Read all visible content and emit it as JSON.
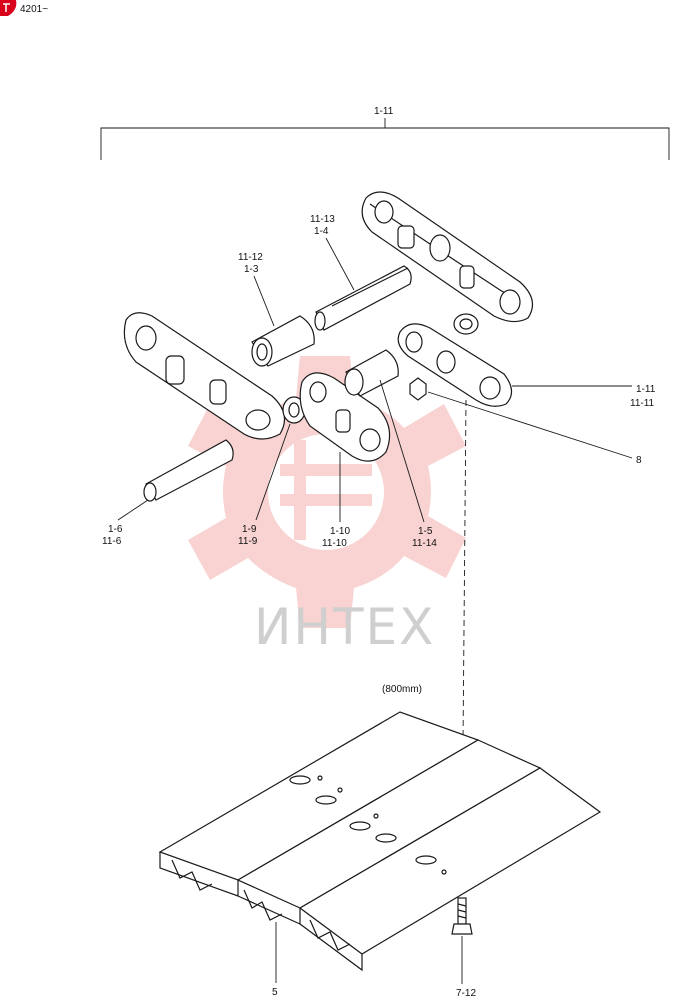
{
  "header": {
    "serial_text": "4201~"
  },
  "watermark": {
    "text": "ИНТЕХ",
    "color": "#f5b5b5"
  },
  "icons": {
    "corner_mark": "red-badge-icon",
    "watermark_logo": "gear-logo-icon"
  },
  "colors": {
    "line": "#1a1a1a",
    "watermark_gear": "#f7c3c3",
    "watermark_text": "#cfcfcf",
    "badge": "#d9001b"
  },
  "labels": {
    "assembly_top": "1-11",
    "pin_master": [
      "11-13",
      "1-4"
    ],
    "bushing_master": [
      "11-12",
      "1-3"
    ],
    "link_right": [
      "1-11",
      "11-11"
    ],
    "nut": "8",
    "pin": [
      "1-6",
      "11-6"
    ],
    "seal": [
      "1-9",
      "11-9"
    ],
    "link_left": [
      "1-10",
      "11-10"
    ],
    "bushing": [
      "1-5",
      "11-14"
    ],
    "shoe_width": "(800mm)",
    "shoe": "5",
    "bolt": "7-12"
  }
}
